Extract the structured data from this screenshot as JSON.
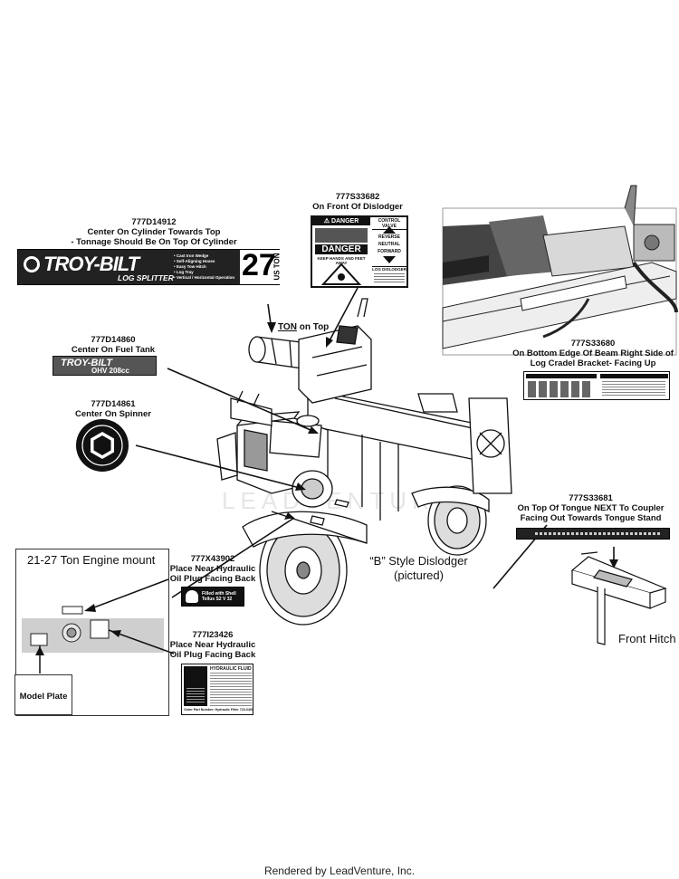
{
  "decals": [
    {
      "part": "777D14912",
      "lines": [
        "Center On Cylinder Towards Top",
        "- Tonnage Should Be On Top Of Cylinder"
      ]
    },
    {
      "part": "777S33682",
      "lines": [
        "On Front Of Dislodger"
      ]
    },
    {
      "part": "777D14860",
      "lines": [
        "Center On Fuel Tank"
      ]
    },
    {
      "part": "777D14861",
      "lines": [
        "Center On Spinner"
      ]
    },
    {
      "part": "777S33680",
      "lines": [
        "On Bottom Edge Of Beam Right Side of",
        "Log Cradel Bracket- Facing Up"
      ]
    },
    {
      "part": "777S33681",
      "lines": [
        "On Top Of Tongue NEXT To Coupler",
        "Facing Out Towards Tongue Stand"
      ]
    },
    {
      "part": "777X43902",
      "lines": [
        "Place Near Hydraulic",
        "Oil Plug Facing Back"
      ]
    },
    {
      "part": "777I23426",
      "lines": [
        "Place Near Hydraulic",
        "Oil Plug Facing Back"
      ]
    }
  ],
  "troybilt_decal": {
    "brand": "TROY-BILT",
    "product": "LOG SPLITTER",
    "tonnage": "27",
    "unit": "US TON",
    "features": [
      "• Cast Iron Wedge",
      "• Self-Aligning Hoses",
      "• Easy Tow Hitch",
      "• Log Tray",
      "• Vertical / Horizontal Operation"
    ]
  },
  "danger_decal": {
    "header": "⚠ DANGER",
    "danger_word": "DANGER",
    "danger_sub": "KEEP HANDS AND FEET AWAY",
    "control_header": "CONTROL VALVE",
    "control_items": [
      "REVERSE",
      "NEUTRAL",
      "FORWARD"
    ],
    "dislodger": "LOG DISLODGER"
  },
  "engine_decal": {
    "brand": "TROY-BILT",
    "model": "OHV 208cc"
  },
  "hydraulic_decal": {
    "title": "HYDRAULIC FLUID",
    "order_line": "Order Part Number: Hydraulic Filter 723-0405"
  },
  "oil_decal": {
    "text": "Filled with Shell Tellus S2 V 32"
  },
  "ton_label": {
    "bold": "TON",
    "rest": " on Top"
  },
  "engine_mount": {
    "title": "21-27 Ton Engine mount",
    "model_plate": "Model Plate"
  },
  "dislodger_note": [
    "“B” Style Dislodger",
    "(pictured)"
  ],
  "front_hitch": "Front Hitch",
  "footer": "Rendered by LeadVenture, Inc.",
  "watermark": "LEADVENTURE"
}
